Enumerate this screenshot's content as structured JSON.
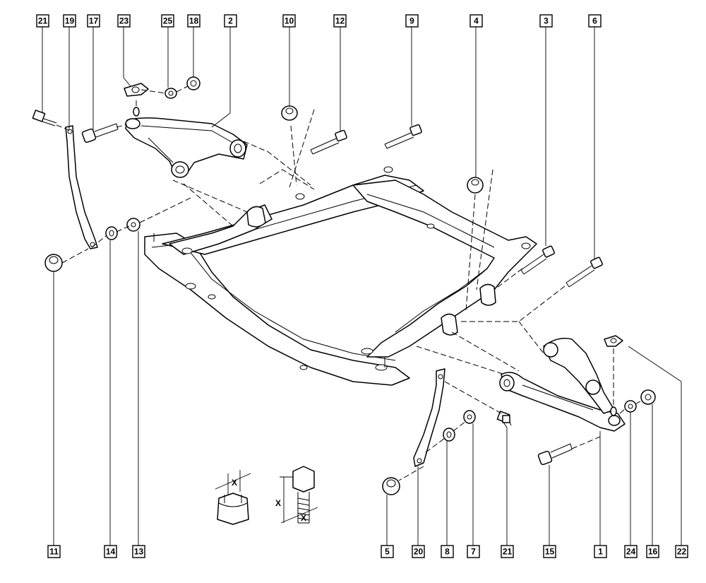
{
  "callouts": [
    {
      "id": "c21a",
      "label": "21"
    },
    {
      "id": "c19",
      "label": "19"
    },
    {
      "id": "c17",
      "label": "17"
    },
    {
      "id": "c23",
      "label": "23"
    },
    {
      "id": "c25",
      "label": "25"
    },
    {
      "id": "c18",
      "label": "18"
    },
    {
      "id": "c2",
      "label": "2"
    },
    {
      "id": "c10",
      "label": "10"
    },
    {
      "id": "c12",
      "label": "12"
    },
    {
      "id": "c9",
      "label": "9"
    },
    {
      "id": "c4",
      "label": "4"
    },
    {
      "id": "c3",
      "label": "3"
    },
    {
      "id": "c6",
      "label": "6"
    },
    {
      "id": "c11",
      "label": "11"
    },
    {
      "id": "c14",
      "label": "14"
    },
    {
      "id": "c13",
      "label": "13"
    },
    {
      "id": "c5",
      "label": "5"
    },
    {
      "id": "c20",
      "label": "20"
    },
    {
      "id": "c8",
      "label": "8"
    },
    {
      "id": "c7",
      "label": "7"
    },
    {
      "id": "c21b",
      "label": "21"
    },
    {
      "id": "c15",
      "label": "15"
    },
    {
      "id": "c1",
      "label": "1"
    },
    {
      "id": "c24",
      "label": "24"
    },
    {
      "id": "c16",
      "label": "16"
    },
    {
      "id": "c22",
      "label": "22"
    }
  ],
  "dimension_labels": {
    "nut_x": "X",
    "bolt_x_vertical": "X",
    "bolt_x_horizontal": "X"
  }
}
